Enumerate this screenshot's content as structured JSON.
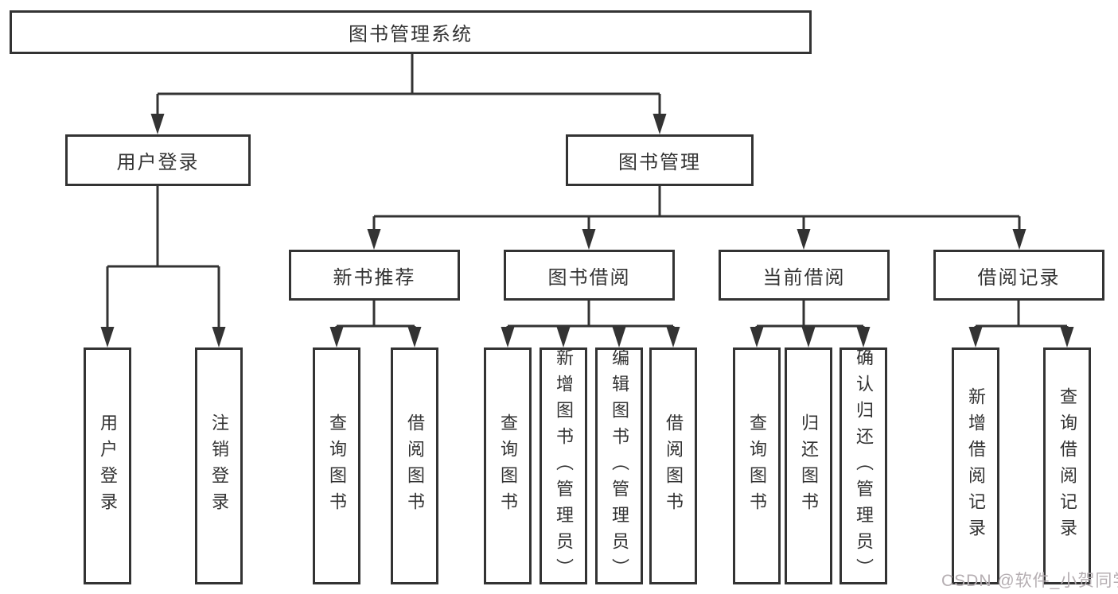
{
  "diagram": {
    "type": "hierarchy-tree",
    "colors": {
      "line": "#333333",
      "box_border": "#333333",
      "box_background": "#ffffff",
      "text": "#333333",
      "watermark_text": "#b5aeb2",
      "page_background": "#ffffff"
    },
    "tree": {
      "label": "图书管理系统",
      "children": [
        {
          "label": "用户登录",
          "children": [
            {
              "label": "用户登录"
            },
            {
              "label": "注销登录"
            }
          ]
        },
        {
          "label": "图书管理",
          "children": [
            {
              "label": "新书推荐",
              "children": [
                {
                  "label": "查询图书"
                },
                {
                  "label": "借阅图书"
                }
              ]
            },
            {
              "label": "图书借阅",
              "children": [
                {
                  "label": "查询图书"
                },
                {
                  "label": "新增图书（管理员）"
                },
                {
                  "label": "编辑图书（管理员）"
                },
                {
                  "label": "借阅图书"
                }
              ]
            },
            {
              "label": "当前借阅",
              "children": [
                {
                  "label": "查询图书"
                },
                {
                  "label": "归还图书"
                },
                {
                  "label": "确认归还（管理员）"
                }
              ]
            },
            {
              "label": "借阅记录",
              "children": [
                {
                  "label": "新增借阅记录"
                },
                {
                  "label": "查询借阅记录"
                }
              ]
            }
          ]
        }
      ]
    },
    "watermark": {
      "text": "CSDN @软件_小贺同学"
    }
  }
}
